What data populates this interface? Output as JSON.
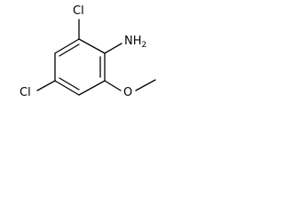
{
  "molecule": {
    "labels": {
      "cl_top": "Cl",
      "nh2": "NH",
      "nh2_sub": "2",
      "cl_left": "Cl",
      "oxygen": "O"
    }
  }
}
